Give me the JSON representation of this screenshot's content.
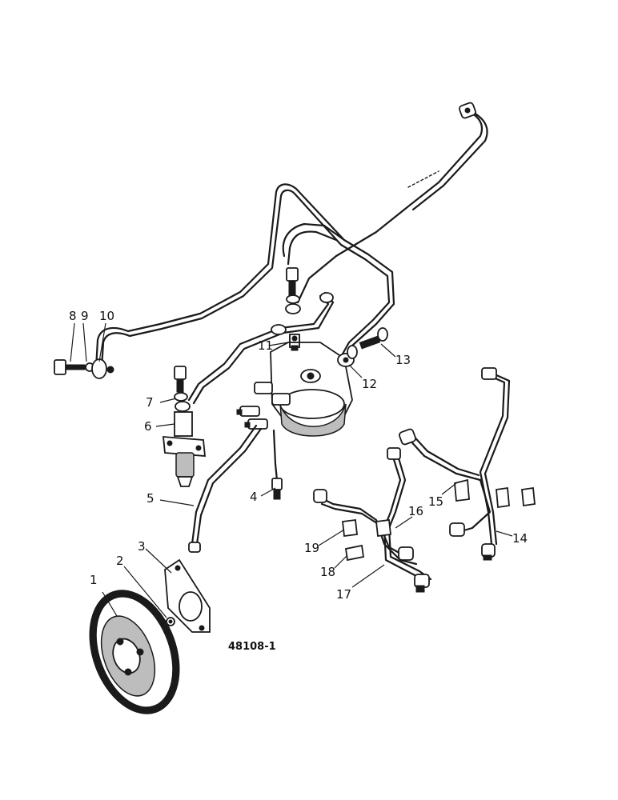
{
  "figure_id": "48108-1",
  "callouts": [
    "1",
    "2",
    "3",
    "4",
    "5",
    "6",
    "7",
    "8",
    "9",
    "10",
    "11",
    "12",
    "13",
    "14",
    "15",
    "16",
    "17",
    "18",
    "19"
  ]
}
